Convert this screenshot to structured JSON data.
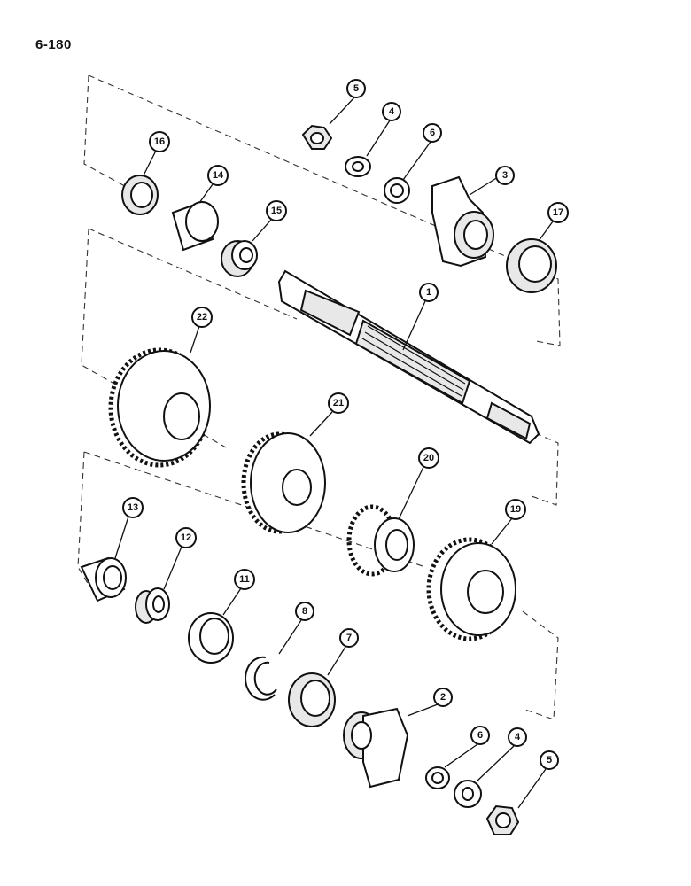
{
  "page": {
    "number": "6-180"
  },
  "callouts": [
    {
      "id": "c5a",
      "label": "5"
    },
    {
      "id": "c4a",
      "label": "4"
    },
    {
      "id": "c6a",
      "label": "6"
    },
    {
      "id": "c3",
      "label": "3"
    },
    {
      "id": "c16",
      "label": "16"
    },
    {
      "id": "c14",
      "label": "14"
    },
    {
      "id": "c15",
      "label": "15"
    },
    {
      "id": "c17",
      "label": "17"
    },
    {
      "id": "c1",
      "label": "1"
    },
    {
      "id": "c22",
      "label": "22"
    },
    {
      "id": "c21",
      "label": "21"
    },
    {
      "id": "c20",
      "label": "20"
    },
    {
      "id": "c19",
      "label": "19"
    },
    {
      "id": "c13",
      "label": "13"
    },
    {
      "id": "c12",
      "label": "12"
    },
    {
      "id": "c11",
      "label": "11"
    },
    {
      "id": "c8",
      "label": "8"
    },
    {
      "id": "c7",
      "label": "7"
    },
    {
      "id": "c2",
      "label": "2"
    },
    {
      "id": "c6b",
      "label": "6"
    },
    {
      "id": "c4b",
      "label": "4"
    },
    {
      "id": "c5b",
      "label": "5"
    }
  ]
}
